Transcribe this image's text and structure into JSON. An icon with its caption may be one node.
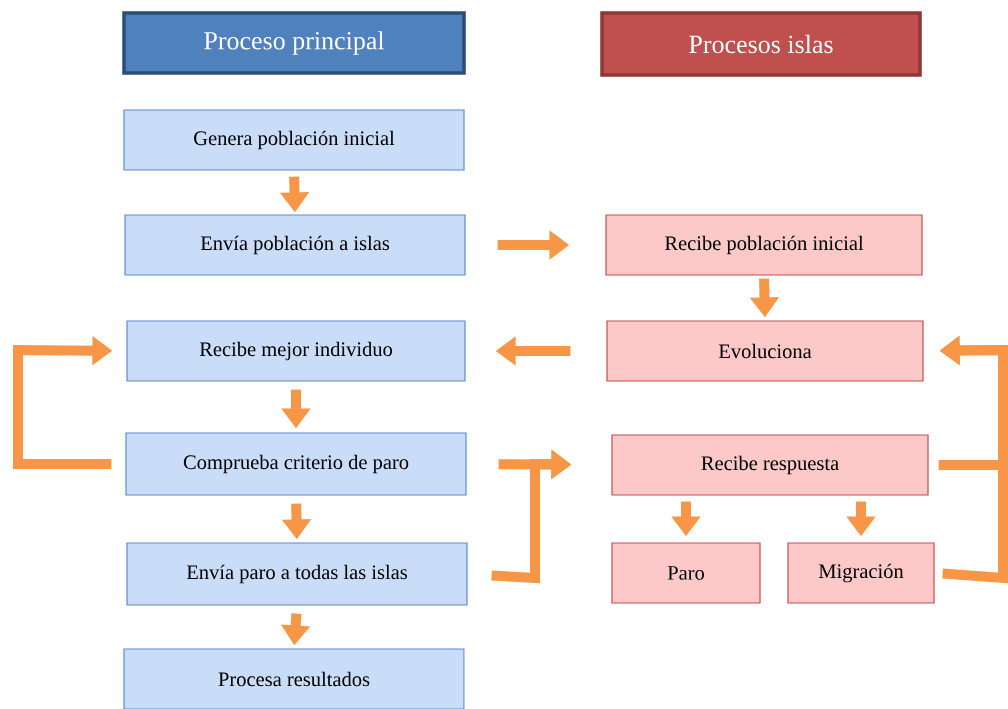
{
  "diagram": {
    "nodes": [
      {
        "text": [
          "Proceso principal"
        ]
      },
      {
        "text": [
          "Procesos islas"
        ]
      },
      {
        "text": [
          "Genera población inicial"
        ]
      },
      {
        "text": [
          "Envía población a islas"
        ]
      },
      {
        "text": [
          "Recibe mejor individuo"
        ]
      },
      {
        "text": [
          "Comprueba criterio de paro"
        ]
      },
      {
        "text": [
          "Envía paro a todas las islas"
        ]
      },
      {
        "text": [
          "Procesa resultados"
        ]
      },
      {
        "text": [
          "Recibe población inicial"
        ]
      },
      {
        "text": [
          "Evoluciona"
        ]
      },
      {
        "text": [
          "Recibe respuesta"
        ]
      },
      {
        "text": [
          "Paro"
        ]
      },
      {
        "text": [
          "Migración"
        ]
      }
    ],
    "edges": [
      {
        "from": 2,
        "to": 3,
        "arrow": "to"
      },
      {
        "from": 3,
        "to": 8,
        "arrow": "to"
      },
      {
        "from": 8,
        "to": 9,
        "arrow": "to"
      },
      {
        "from": 9,
        "to": 4,
        "arrow": "to"
      },
      {
        "from": 4,
        "to": 5,
        "arrow": "to"
      },
      {
        "from": 5,
        "to": 4,
        "arrow": "to"
      },
      {
        "from": 5,
        "to": 6,
        "arrow": "to"
      },
      {
        "from": 6,
        "to": 7,
        "arrow": "to"
      },
      {
        "from": 5,
        "to": 10,
        "arrow": "to"
      },
      {
        "from": 6,
        "to": 10,
        "arrow": "to"
      },
      {
        "from": 10,
        "to": 11,
        "arrow": "to"
      },
      {
        "from": 10,
        "to": 12,
        "arrow": "to"
      },
      {
        "from": 12,
        "to": 9,
        "arrow": "to"
      },
      {
        "from": 10,
        "to": 9,
        "arrow": "to"
      }
    ]
  }
}
